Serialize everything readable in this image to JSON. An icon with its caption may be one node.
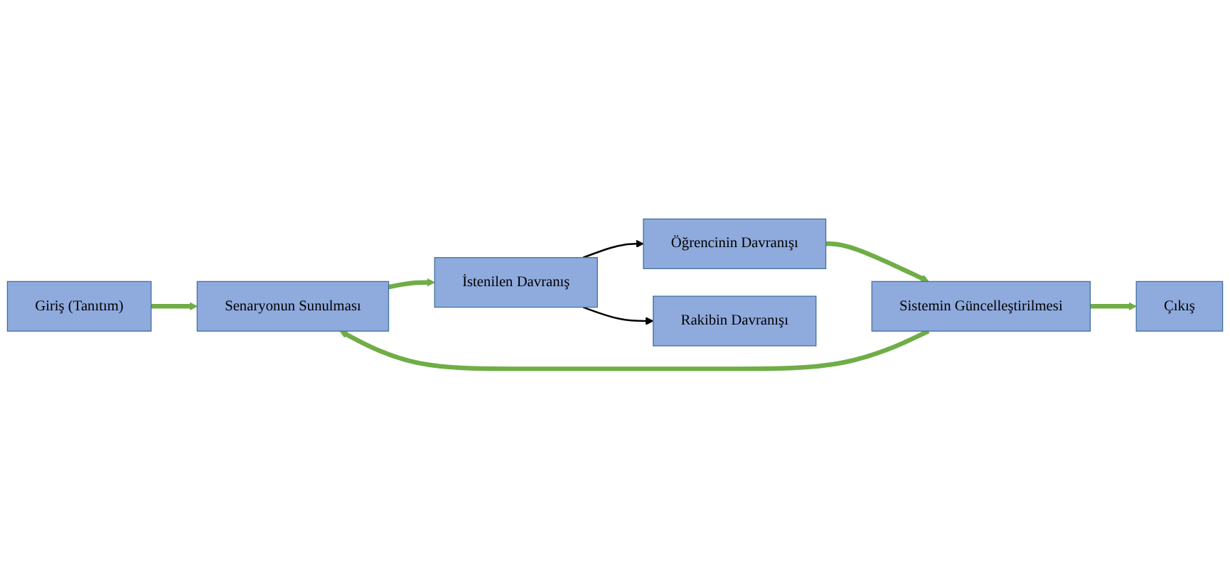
{
  "diagram": {
    "nodes": [
      {
        "text": [
          "Giriş (Tanıtım)"
        ]
      },
      {
        "text": [
          "Senaryonun Sunulması"
        ]
      },
      {
        "text": [
          "İstenilen Davranış"
        ]
      },
      {
        "text": [
          "Çıkış"
        ]
      },
      {
        "text": [
          "Sistemin Güncelleştirilmesi"
        ]
      },
      {
        "text": [
          "Öğrencinin Davranışı"
        ]
      },
      {
        "text": [
          "Rakibin Davranışı"
        ]
      }
    ],
    "edges": [
      {
        "from": 0,
        "to": 1,
        "arrow": "to"
      },
      {
        "from": 1,
        "to": 2,
        "arrow": "to"
      },
      {
        "from": 2,
        "to": 5,
        "arrow": "to",
        "color": "#000000"
      },
      {
        "from": 2,
        "to": 6,
        "arrow": "to",
        "color": "#000000"
      },
      {
        "from": 5,
        "to": 4,
        "arrow": "to"
      },
      {
        "from": 4,
        "to": 1,
        "arrow": "to"
      },
      {
        "from": 4,
        "to": 3,
        "arrow": "to"
      }
    ]
  }
}
